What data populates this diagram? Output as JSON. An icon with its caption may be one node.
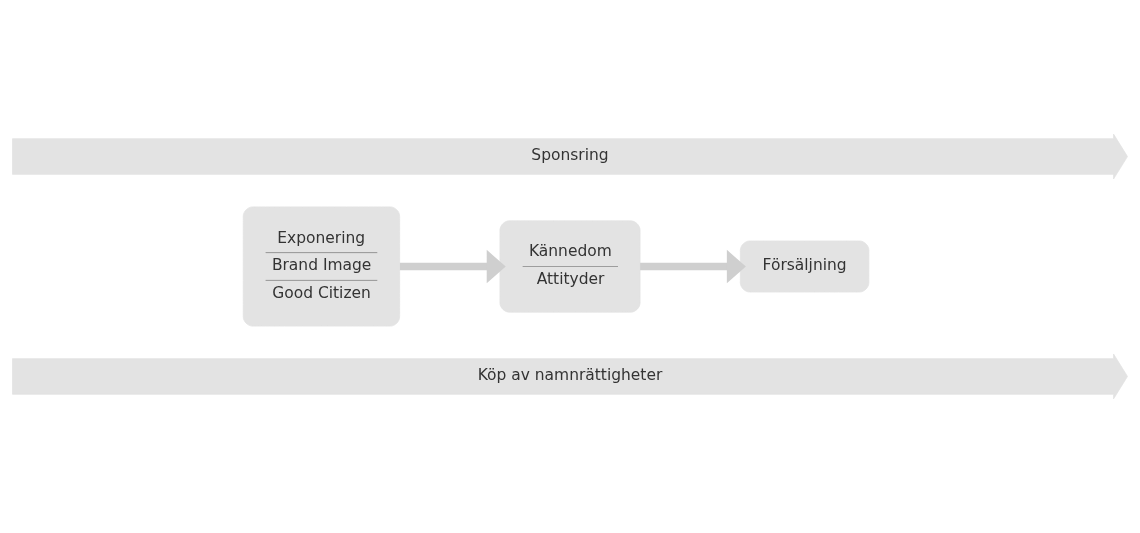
{
  "diagram": {
    "nodes": [
      {
        "text": [
          "Sponsring"
        ]
      },
      {
        "text": [
          "Exponering",
          "Brand Image",
          "Good Citizen"
        ]
      },
      {
        "text": [
          "Kännedom",
          "Attityder"
        ]
      },
      {
        "text": [
          "Försäljning"
        ]
      },
      {
        "text": [
          "Köp av namnrättigheter"
        ]
      }
    ],
    "edges": [
      {
        "from": 1,
        "to": 2,
        "arrow": "to"
      },
      {
        "from": 2,
        "to": 3,
        "arrow": "to"
      }
    ]
  }
}
